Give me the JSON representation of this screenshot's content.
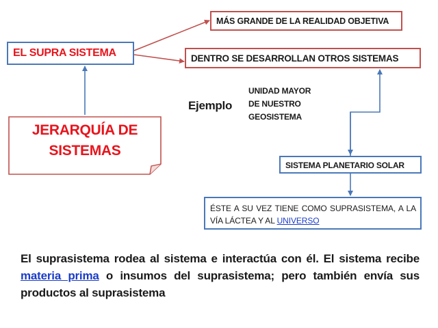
{
  "suprasistema_label": "EL SUPRA SISTEMA",
  "mas_grande_label": "MÁS GRANDE DE LA REALIDAD OBJETIVA",
  "dentro_label": "DENTRO SE DESARROLLAN OTROS SISTEMAS",
  "jerarquia": {
    "line1": "JERARQUÍA DE",
    "line2": "SISTEMAS"
  },
  "ejemplo_label": "Ejemplo",
  "unidad": {
    "line1": "UNIDAD MAYOR",
    "line2": "DE NUESTRO",
    "line3": "GEOSISTEMA"
  },
  "planetario_label": "SISTEMA PLANETARIO SOLAR",
  "este": {
    "text": "ÉSTE A SU VEZ TIENE COMO SUPRASISTEMA, A LA VÍA LÁCTEA Y AL ",
    "link": "UNIVERSO"
  },
  "paragraph": {
    "part1": "El suprasistema rodea al sistema e interactúa con él. El sistema recibe ",
    "link": "materia prima",
    "part2": " o insumos del suprasistema; pero también envía sus productos al suprasistema"
  },
  "colors": {
    "red_text": "#e8141c",
    "blue_border": "#4a78b8",
    "red_border": "#c0504d",
    "link": "#1a3cc8"
  }
}
